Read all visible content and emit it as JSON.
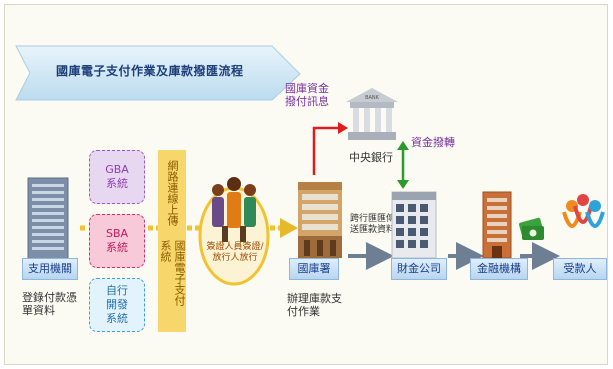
{
  "title": "國庫電子支付作業及庫款撥匯流程",
  "nodes": {
    "agency": {
      "label": "支用機關",
      "caption": "登錄付款憑單資料"
    },
    "gba": {
      "label": "GBA系統"
    },
    "sba": {
      "label": "SBA系統"
    },
    "self": {
      "label": "自行開發系統"
    },
    "network": {
      "label": "網路連線上傳"
    },
    "treasury_system": {
      "label": "國庫電子支付系統"
    },
    "signers": {
      "label": "簽證人員簽證/放行人放行"
    },
    "treasury": {
      "label": "國庫署",
      "caption": "辦理庫款支付作業"
    },
    "central_bank": {
      "label": "中央銀行",
      "bank_sign": "BANK"
    },
    "financial_company": {
      "label": "財金公司"
    },
    "institution": {
      "label": "金融機構"
    },
    "payee": {
      "label": "受款人"
    }
  },
  "annotations": {
    "treasury_notice": "國庫資金撥付訊息",
    "fund_transfer": "資金撥轉",
    "interbank": "跨行匯匯傳送匯款資料"
  },
  "colors": {
    "red_arrow": "#e01b1b",
    "green_arrow": "#2a9a2a",
    "gold_arrow": "#f2c230",
    "gray_arrow": "#6f7f93",
    "gba_border": "#9b59c2",
    "sba_border": "#d1306a",
    "self_border": "#3a9fd6"
  }
}
